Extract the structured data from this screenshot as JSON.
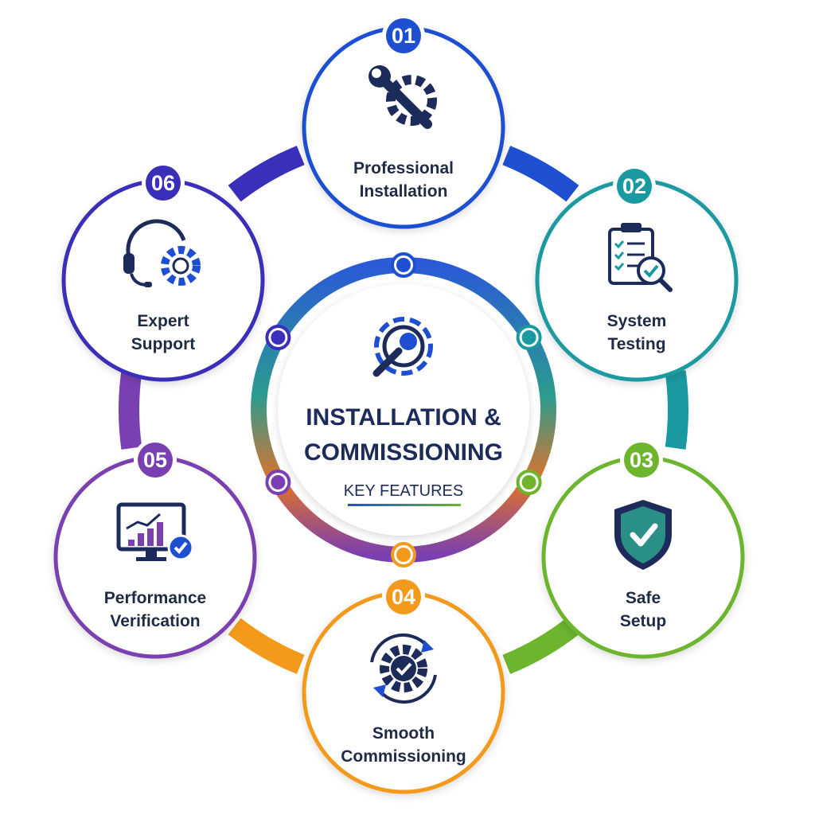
{
  "center": {
    "title_line1": "INSTALLATION &",
    "title_line2": "COMMISSIONING",
    "subtitle": "KEY FEATURES",
    "icon": "gear-wrench-icon"
  },
  "features": [
    {
      "number": "01",
      "line1": "Professional",
      "line2": "Installation",
      "icon": "wrench-gear-icon",
      "color": "#1f4fd1"
    },
    {
      "number": "02",
      "line1": "System",
      "line2": "Testing",
      "icon": "clipboard-check-icon",
      "color": "#1a9aa0"
    },
    {
      "number": "03",
      "line1": "Safe",
      "line2": "Setup",
      "icon": "shield-check-icon",
      "color": "#6cb52d"
    },
    {
      "number": "04",
      "line1": "Smooth",
      "line2": "Commissioning",
      "icon": "gear-cycle-icon",
      "color": "#f39a1c"
    },
    {
      "number": "05",
      "line1": "Performance",
      "line2": "Verification",
      "icon": "monitor-chart-icon",
      "color": "#7a3fb0"
    },
    {
      "number": "06",
      "line1": "Expert",
      "line2": "Support",
      "icon": "headset-gear-icon",
      "color": "#3a2fb8"
    }
  ],
  "colors": {
    "navy": "#1c2b5a",
    "blue": "#1f4fd1",
    "teal": "#1a9aa0",
    "green": "#6cb52d",
    "orange": "#f39a1c",
    "purple": "#7a3fb0",
    "indigo": "#3a2fb8"
  }
}
